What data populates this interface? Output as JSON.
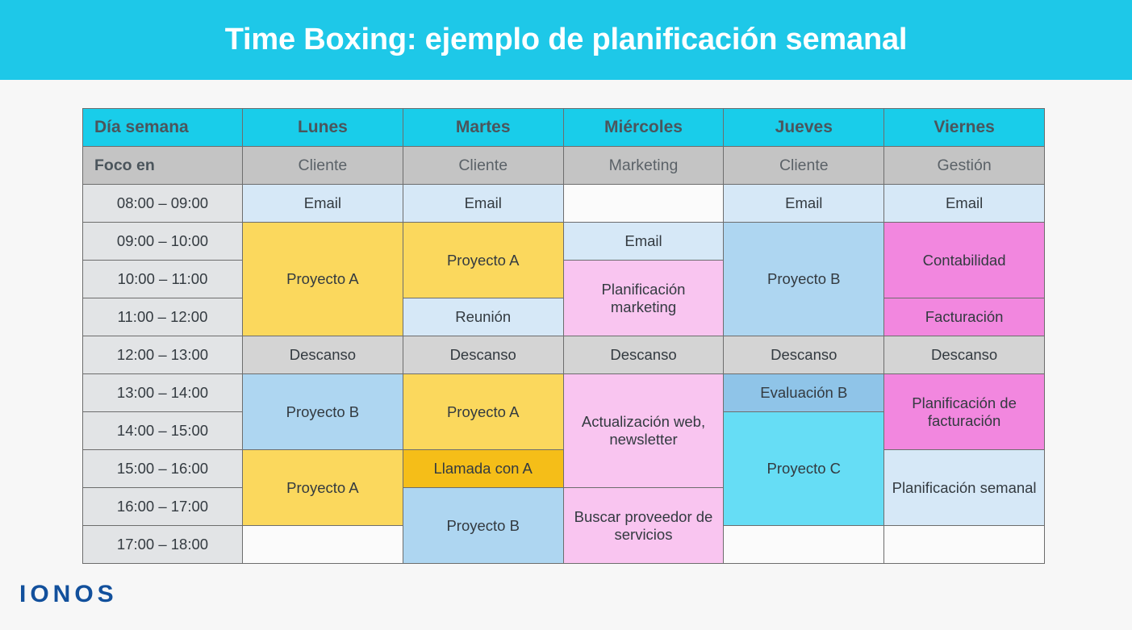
{
  "banner": {
    "title": "Time Boxing: ejemplo de planificación semanal",
    "background": "#1ec8e8",
    "text_color": "#ffffff"
  },
  "logo": {
    "text": "IONOS",
    "color": "#12509c"
  },
  "table": {
    "header": {
      "row_label": "Día semana",
      "days": [
        "Lunes",
        "Martes",
        "Miércoles",
        "Jueves",
        "Viernes"
      ],
      "background": "#19cdea"
    },
    "focus_row": {
      "label": "Foco en",
      "values": [
        "Cliente",
        "Cliente",
        "Marketing",
        "Cliente",
        "Gestión"
      ],
      "background": "#c4c4c4"
    },
    "time_slots": [
      "08:00 – 09:00",
      "09:00 – 10:00",
      "10:00 – 11:00",
      "11:00 – 12:00",
      "12:00 – 13:00",
      "13:00 – 14:00",
      "14:00 – 15:00",
      "15:00 – 16:00",
      "16:00 – 17:00",
      "17:00 – 18:00"
    ],
    "colors": {
      "email": "#d6e8f7",
      "project_a": "#fbd85d",
      "call": "#f5be18",
      "project_b": "#aed6f1",
      "evaluation_b": "#8fc4e8",
      "project_c": "#66ddf5",
      "marketing": "#f9c5f0",
      "admin": "#f287df",
      "break": "#d4d4d4",
      "empty": "#fbfbfb",
      "border": "#6d6d6d",
      "time_cell": "#e2e4e6"
    },
    "cells": {
      "lunes": [
        {
          "label": "Email",
          "span": 1,
          "color": "email"
        },
        {
          "label": "Proyecto A",
          "span": 3,
          "color": "project_a"
        },
        {
          "label": "Descanso",
          "span": 1,
          "color": "break"
        },
        {
          "label": "Proyecto B",
          "span": 2,
          "color": "project_b"
        },
        {
          "label": "Proyecto A",
          "span": 2,
          "color": "project_a"
        },
        {
          "label": "",
          "span": 1,
          "color": "empty"
        }
      ],
      "martes": [
        {
          "label": "Email",
          "span": 1,
          "color": "email"
        },
        {
          "label": "Proyecto A",
          "span": 2,
          "color": "project_a"
        },
        {
          "label": "Reunión",
          "span": 1,
          "color": "email"
        },
        {
          "label": "Descanso",
          "span": 1,
          "color": "break"
        },
        {
          "label": "Proyecto A",
          "span": 2,
          "color": "project_a"
        },
        {
          "label": "Llamada con A",
          "span": 1,
          "color": "call"
        },
        {
          "label": "Proyecto B",
          "span": 2,
          "color": "project_b"
        }
      ],
      "miercoles": [
        {
          "label": "",
          "span": 1,
          "color": "empty"
        },
        {
          "label": "Email",
          "span": 1,
          "color": "email"
        },
        {
          "label": "Planificación marketing",
          "span": 2,
          "color": "marketing"
        },
        {
          "label": "Descanso",
          "span": 1,
          "color": "break"
        },
        {
          "label": "Actualización web, newsletter",
          "span": 3,
          "color": "marketing"
        },
        {
          "label": "Buscar proveedor de servicios",
          "span": 2,
          "color": "marketing"
        }
      ],
      "jueves": [
        {
          "label": "Email",
          "span": 1,
          "color": "email"
        },
        {
          "label": "Proyecto B",
          "span": 3,
          "color": "project_b"
        },
        {
          "label": "Descanso",
          "span": 1,
          "color": "break"
        },
        {
          "label": "Evaluación B",
          "span": 1,
          "color": "evaluation_b"
        },
        {
          "label": "Proyecto C",
          "span": 3,
          "color": "project_c"
        },
        {
          "label": "",
          "span": 1,
          "color": "empty"
        }
      ],
      "viernes": [
        {
          "label": "Email",
          "span": 1,
          "color": "email"
        },
        {
          "label": "Contabilidad",
          "span": 2,
          "color": "admin"
        },
        {
          "label": "Facturación",
          "span": 1,
          "color": "admin"
        },
        {
          "label": "Descanso",
          "span": 1,
          "color": "break"
        },
        {
          "label": "Planificación de facturación",
          "span": 2,
          "color": "admin"
        },
        {
          "label": "Planificación semanal",
          "span": 2,
          "color": "email"
        },
        {
          "label": "",
          "span": 1,
          "color": "empty"
        }
      ]
    }
  }
}
